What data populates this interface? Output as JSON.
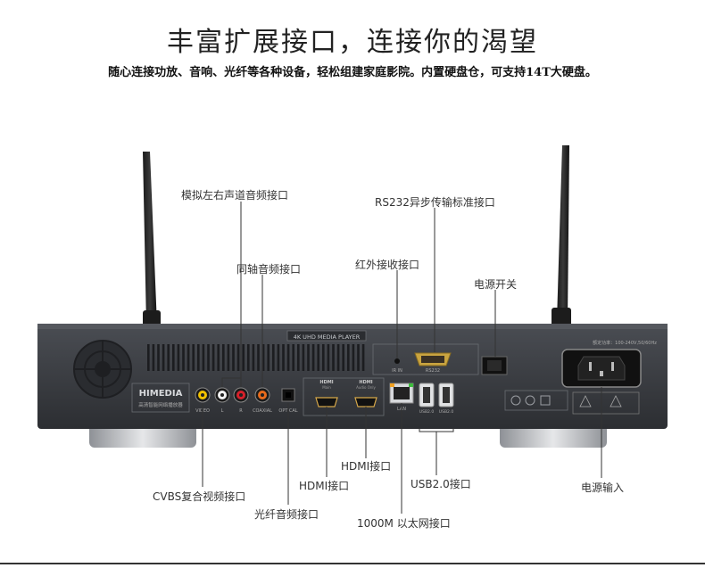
{
  "header": {
    "title": "丰富扩展接口，连接你的渴望",
    "subtitle": "随心连接功放、音响、光纤等各种设备，轻松组建家庭影院。内置硬盘仓，可支持14T大硬盘。"
  },
  "device": {
    "brand": "HIMEDIA",
    "brand_sub": "高清智能网络播放器",
    "panel_text": "4K UHD MEDIA PLAYER",
    "power_rating": "额定功率：100-240V,50/60Hz",
    "ports": {
      "video": "VIDEO",
      "audio_l": "L",
      "audio_r": "R",
      "coaxial": "COAXIAL",
      "optical": "OPTICAL",
      "hdmi_main": "Main",
      "hdmi_audio": "Audio Only",
      "hdmi_logo": "HDMI",
      "lan": "LAN",
      "usb1": "USB2.0",
      "usb2": "USB2.0",
      "ir": "IR IN",
      "rs232": "RS232"
    }
  },
  "labels": {
    "analog_audio": "模拟左右声道音频接口",
    "rs232": "RS232异步传输标准接口",
    "coaxial": "同轴音频接口",
    "ir": "红外接收接口",
    "power_switch": "电源开关",
    "hdmi_1": "HDMI接口",
    "hdmi_2": "HDMI接口",
    "usb": "USB2.0接口",
    "power_input": "电源输入",
    "cvbs": "CVBS复合视频接口",
    "optical": "光纤音频接口",
    "ethernet": "1000M 以太网接口"
  },
  "colors": {
    "chassis": "#3a3d42",
    "rca_yellow": "#f2c200",
    "rca_white": "#f4f4f4",
    "rca_red": "#d8202a",
    "leader": "#333333"
  }
}
